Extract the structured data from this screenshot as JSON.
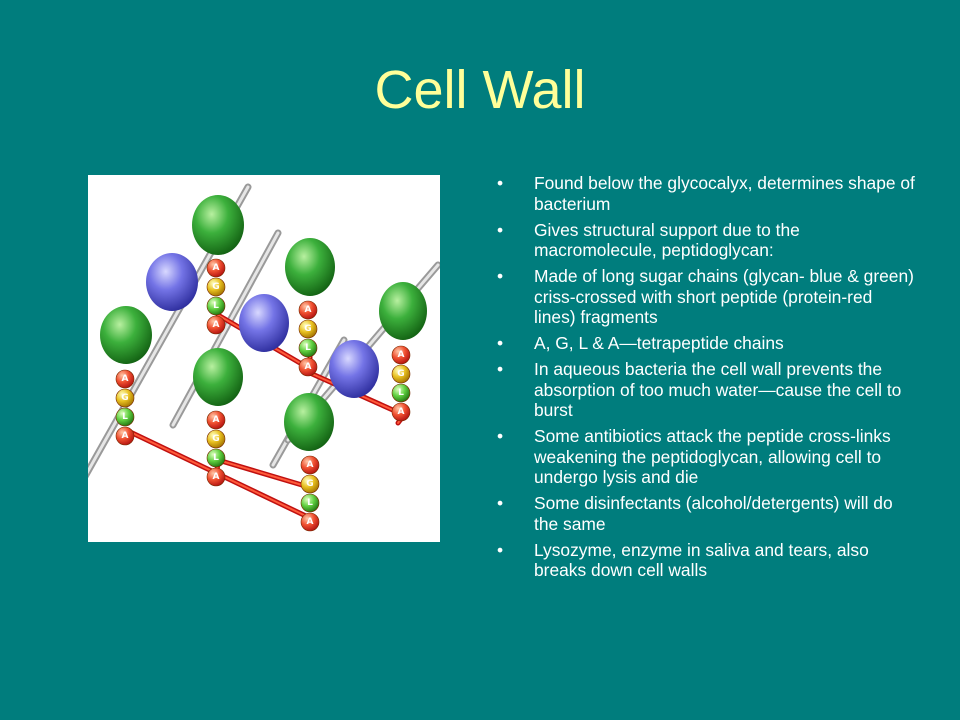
{
  "slide": {
    "title": "Cell Wall"
  },
  "figure": {
    "residue_labels": [
      "A",
      "G",
      "L",
      "A"
    ]
  },
  "bullets": [
    "Found below the glycocalyx, determines shape of bacterium",
    "Gives structural support due to the macromolecule, peptidoglycan:",
    "Made of long sugar chains (glycan- blue & green) criss-crossed with short peptide (protein-red lines) fragments",
    "A, G, L & A—tetrapeptide chains",
    "In aqueous bacteria the cell wall prevents the absorption of too much water—cause the cell to burst",
    "Some antibiotics attack the peptide cross-links weakening the peptidoglycan, allowing cell to undergo lysis and die",
    "Some disinfectants (alcohol/detergents) will do the same",
    "Lysozyme, enzyme in saliva and tears, also breaks down cell walls"
  ],
  "bullet_glyph": "•",
  "colors": {
    "background": "#007d7d",
    "title": "#ffff99",
    "text": "#ffffff",
    "nag_green": "#2a9a2a",
    "nam_blue": "#6a6ae0",
    "peptide_red": "#e02020"
  }
}
